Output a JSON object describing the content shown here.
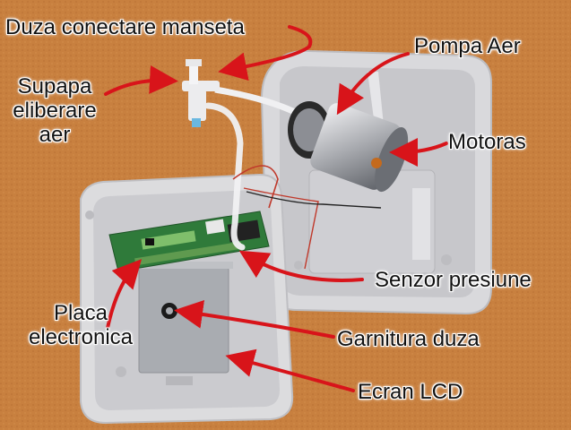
{
  "labels": {
    "nozzle": "Duza conectare manseta",
    "pump": "Pompa Aer",
    "valve_l1": "Supapa",
    "valve_l2": "eliberare",
    "valve_l3": "aer",
    "motor": "Motoras",
    "sensor": "Senzor presiune",
    "board_l1": "Placa",
    "board_l2": "electronica",
    "gasket": "Garnitura duza",
    "lcd": "Ecran LCD"
  },
  "colors": {
    "arrow": "#d8141a",
    "background": "#c8803f",
    "case": "#dcdcde",
    "pcb": "#2f7a3a",
    "lcd": "#a9acb1"
  }
}
